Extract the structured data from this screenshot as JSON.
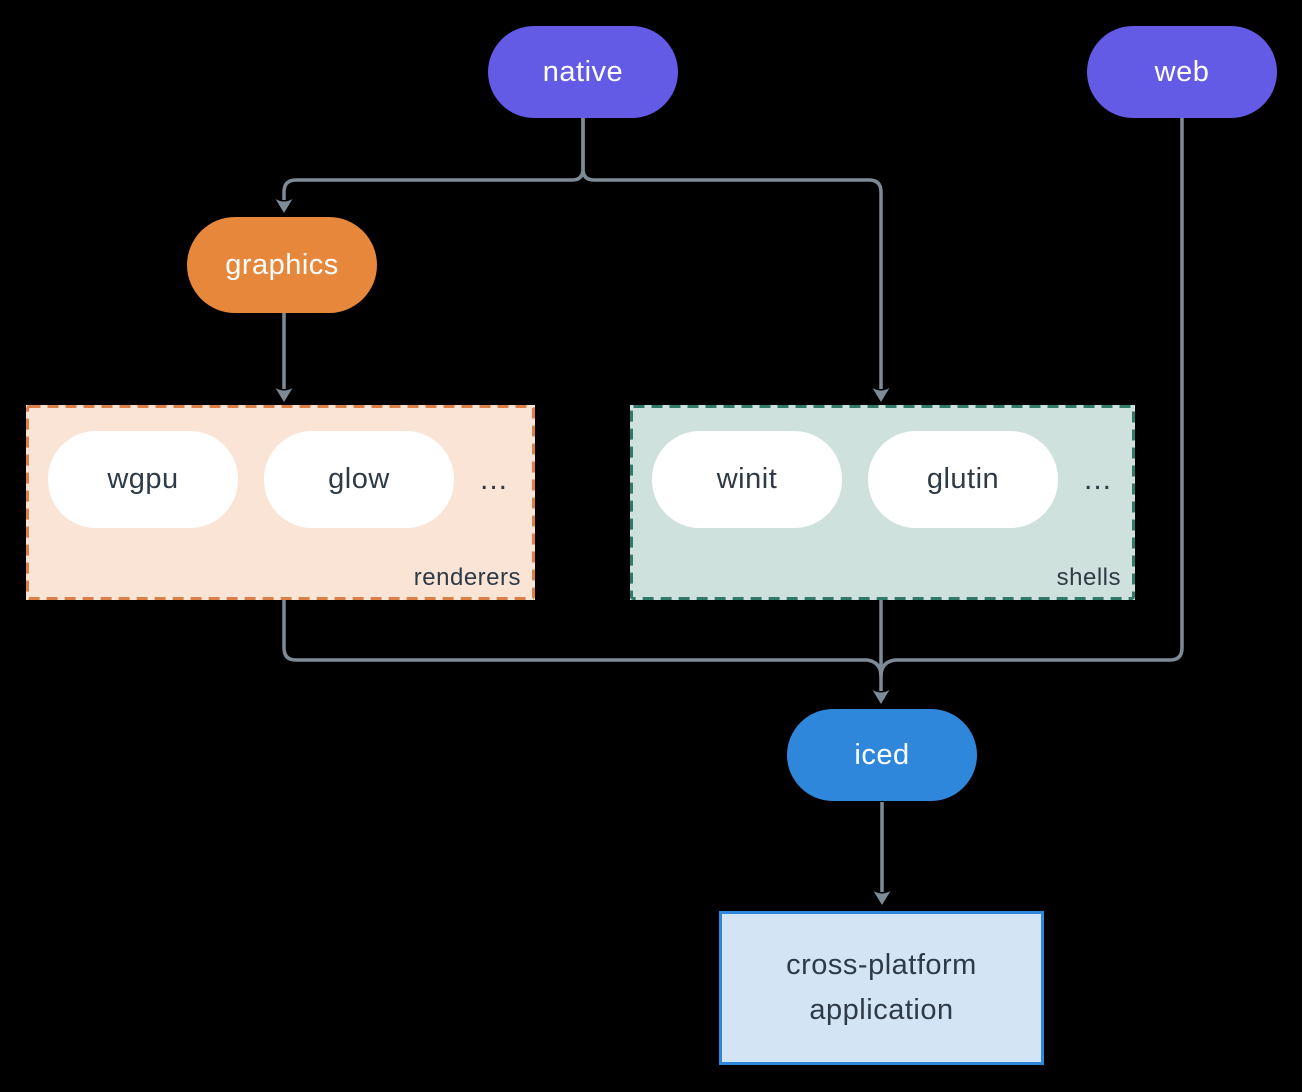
{
  "diagram": {
    "background": "#000000",
    "connector_color": "#7D8B96",
    "nodes": {
      "native": {
        "label": "native",
        "fill": "#635AE5",
        "text_color": "#FFFFFF"
      },
      "web": {
        "label": "web",
        "fill": "#635AE5",
        "text_color": "#FFFFFF"
      },
      "graphics": {
        "label": "graphics",
        "fill": "#E6873C",
        "text_color": "#FFFFFF"
      },
      "iced": {
        "label": "iced",
        "fill": "#2F87DC",
        "text_color": "#FFFFFF"
      },
      "application": {
        "line1": "cross-platform",
        "line2": "application",
        "fill": "#D3E5F5",
        "border": "#2F87DC",
        "text_color": "#2E3A46"
      }
    },
    "groups": {
      "renderers": {
        "label": "renderers",
        "pills": [
          "wgpu",
          "glow"
        ],
        "ellipsis": "...",
        "fill": "#FAE4D6",
        "border": "#DD8048",
        "pill_text_color": "#2E3A46"
      },
      "shells": {
        "label": "shells",
        "pills": [
          "winit",
          "glutin"
        ],
        "ellipsis": "...",
        "fill": "#CFE1DC",
        "border": "#2F7A68",
        "pill_text_color": "#2E3A46"
      }
    }
  }
}
